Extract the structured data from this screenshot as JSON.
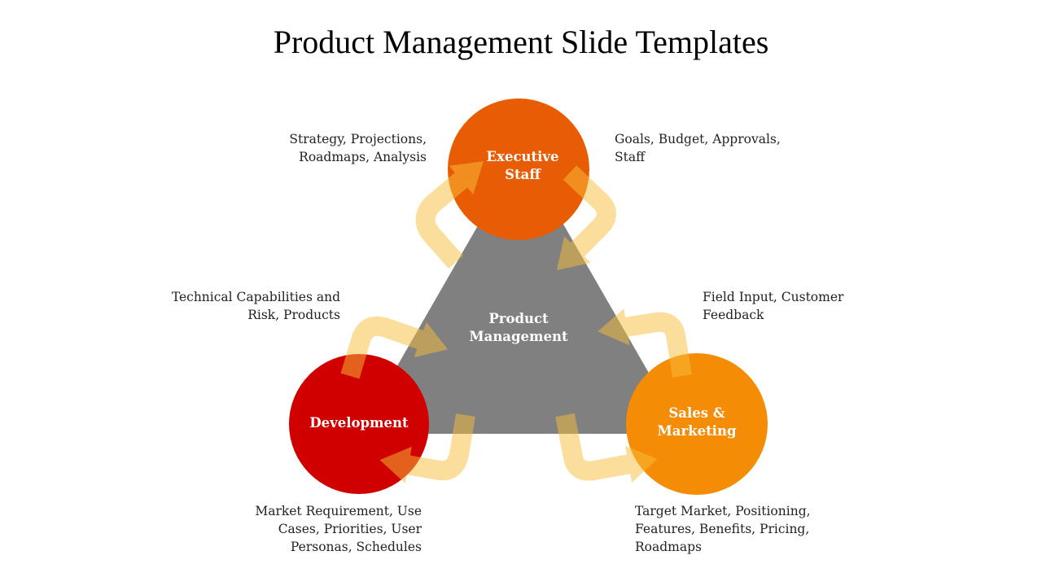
{
  "title": "Product Management Slide Templates",
  "center": {
    "line1": "Product",
    "line2": "Management"
  },
  "nodes": {
    "executive": {
      "line1": "Executive",
      "line2": "Staff"
    },
    "development": {
      "line1": "Development"
    },
    "sales": {
      "line1": "Sales &",
      "line2": "Marketing"
    }
  },
  "labels": {
    "strategy": {
      "line1": "Strategy, Projections,",
      "line2": "Roadmaps, Analysis"
    },
    "goals": {
      "line1": "Goals, Budget, Approvals,",
      "line2": "Staff"
    },
    "technical": {
      "line1": "Technical Capabilities and",
      "line2": "Risk, Products"
    },
    "field": {
      "line1": "Field Input, Customer",
      "line2": "Feedback"
    },
    "market": {
      "line1": "Market Requirement, Use",
      "line2": "Cases, Priorities, User",
      "line3": "Personas, Schedules"
    },
    "target": {
      "line1": "Target Market, Positioning,",
      "line2": "Features, Benefits, Pricing,",
      "line3": "Roadmaps"
    }
  },
  "colors": {
    "triangle": "#808080",
    "executive": "#e85d04",
    "development": "#d00000",
    "sales": "#f48c06",
    "arrow": "#f9bf3b"
  }
}
